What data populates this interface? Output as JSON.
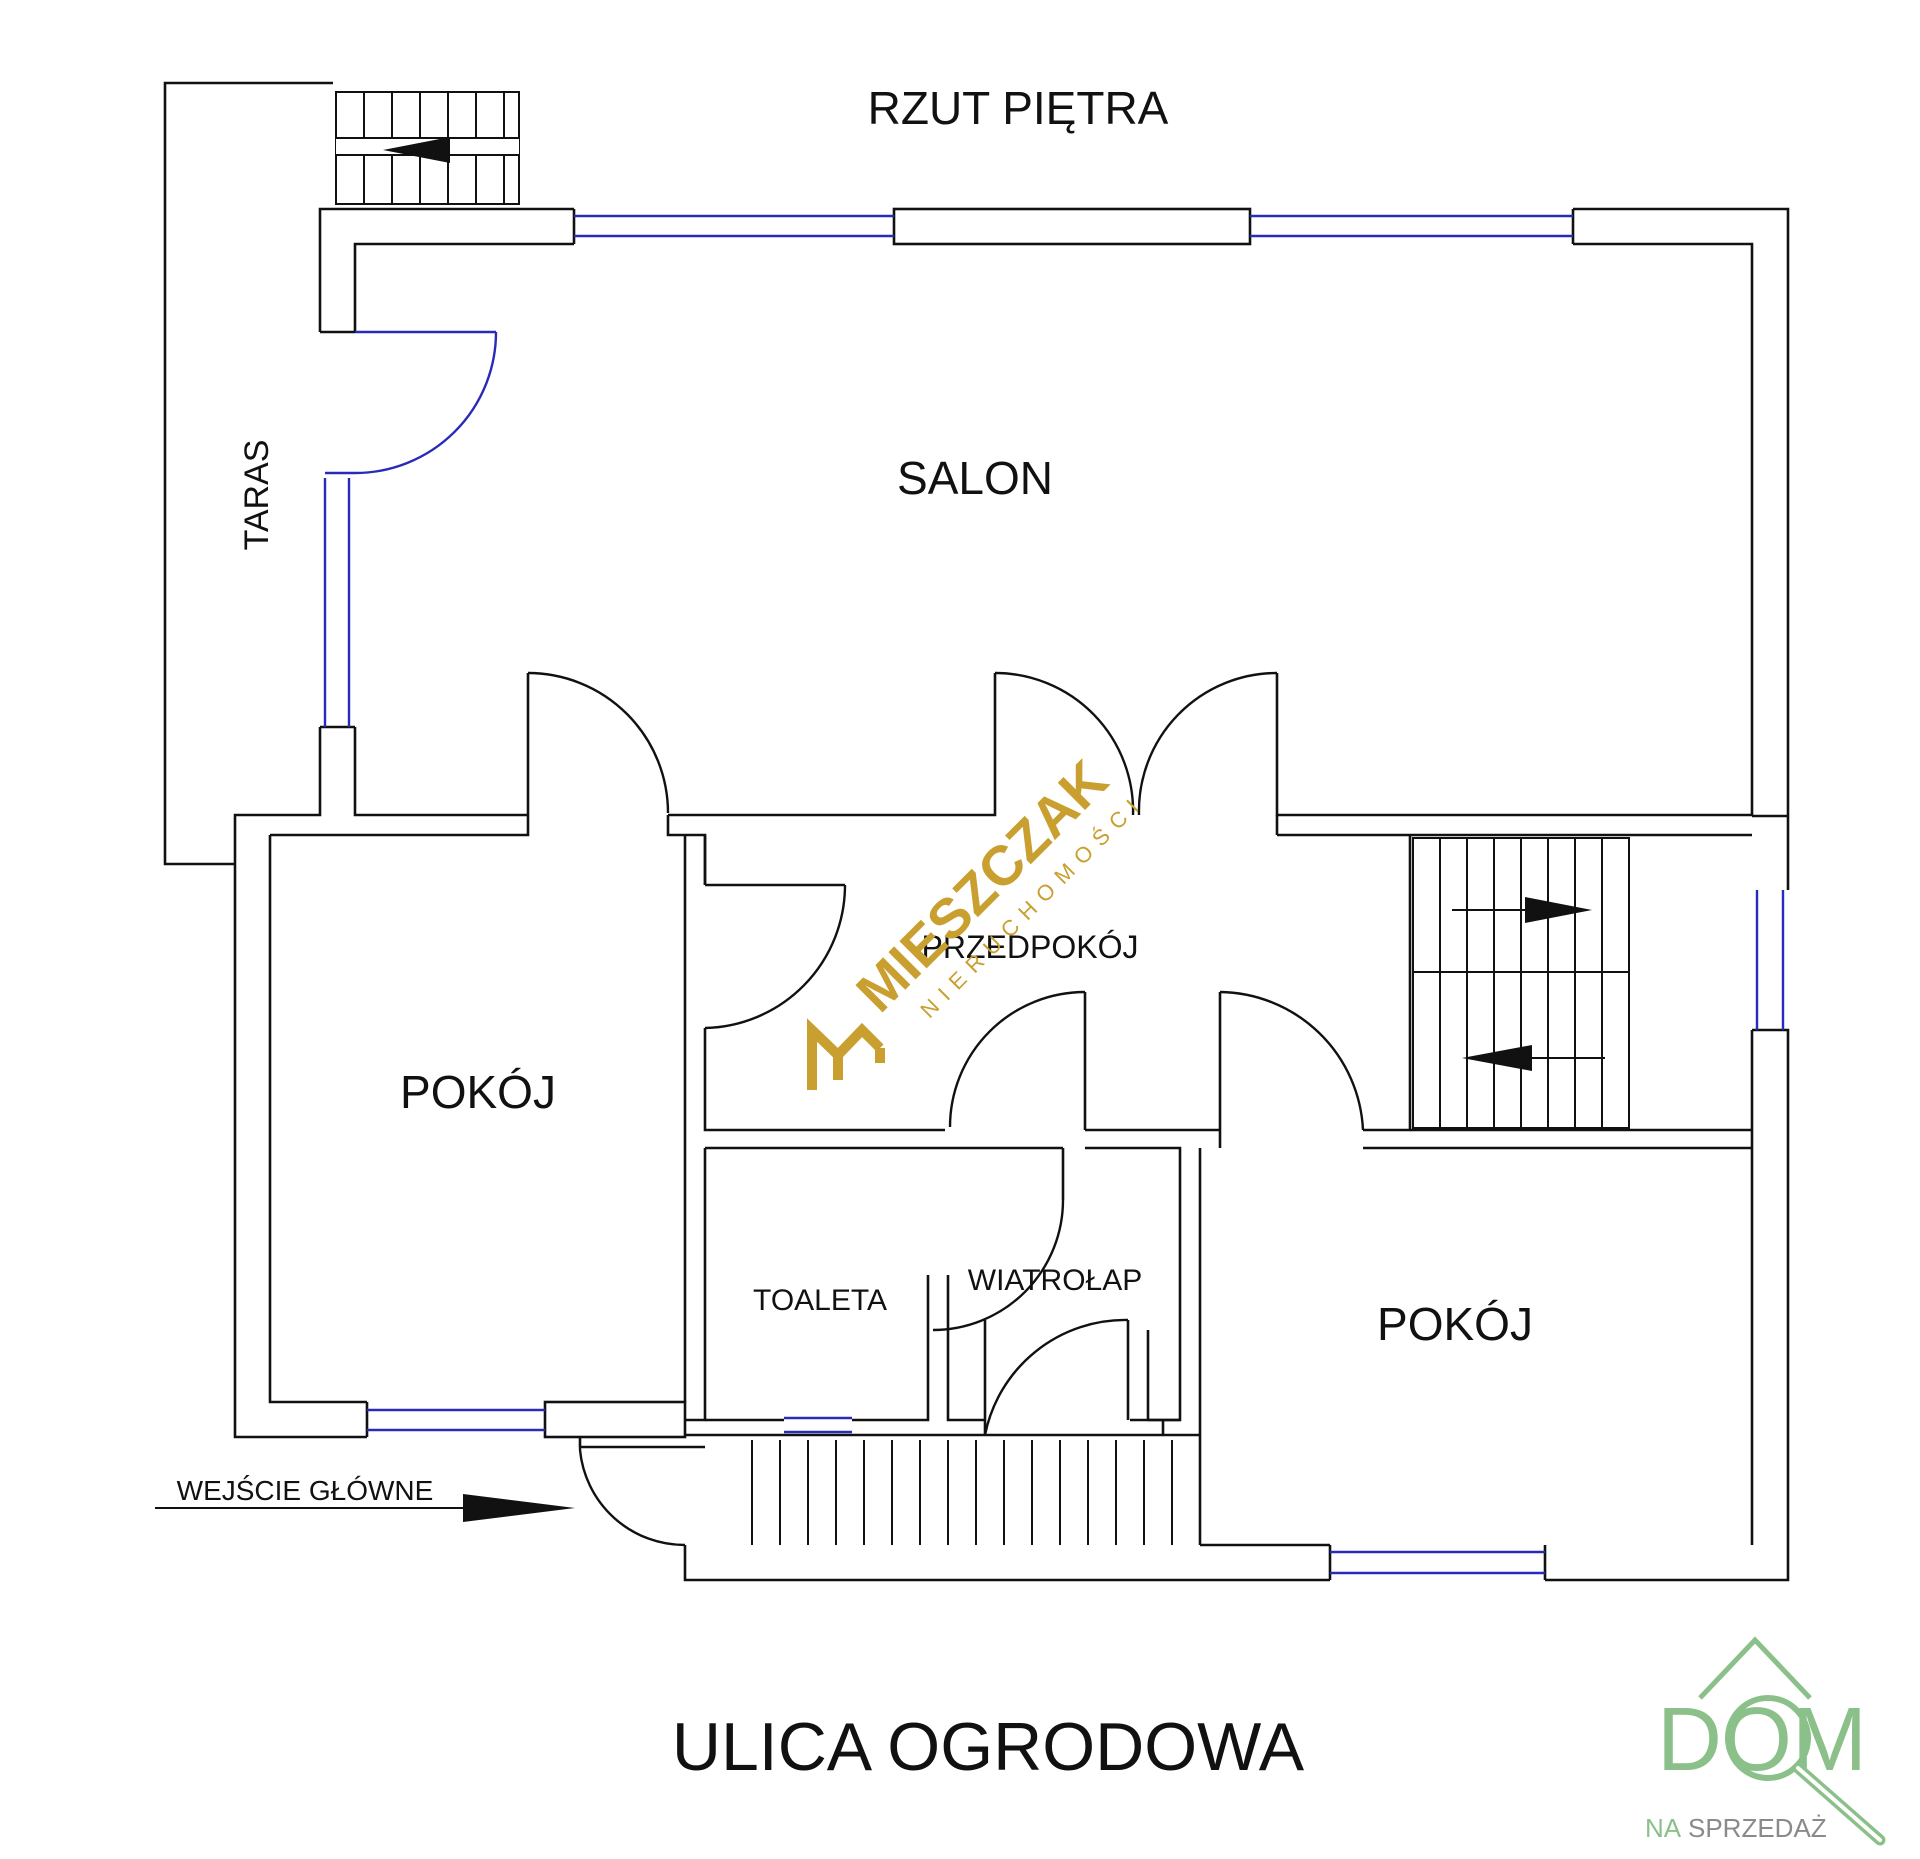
{
  "title": "RZUT PIĘTRA",
  "street": "ULICA  OGRODOWA",
  "rooms": {
    "salon": "SALON",
    "taras": "TARAS",
    "pokoj_left": "POKÓJ",
    "pokoj_right": "POKÓJ",
    "przedpokoj": "PRZEDPOKÓJ",
    "toaleta": "TOALETA",
    "wiatrolap": "WIATROŁAP"
  },
  "entrance": "WEJŚCIE GŁÓWNE",
  "watermark": {
    "brand": "MIESZCZAK",
    "sub": "NIERUCHOMOŚCI"
  },
  "logo": {
    "text": "DOM",
    "sub_na": "NA",
    "sub_sprzedaz": "SPRZEDAŻ"
  },
  "colors": {
    "wall": "#111111",
    "window": "#2a2ab8",
    "watermark_gold": "#c9a030",
    "logo_green": "#8cc08a",
    "logo_gray": "#9a9a9a"
  }
}
